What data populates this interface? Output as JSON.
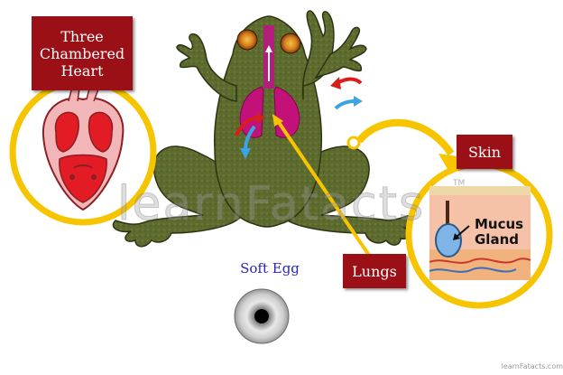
{
  "labels": {
    "heart_line1": "Three",
    "heart_line2": "Chambered",
    "heart_line3": "Heart",
    "skin": "Skin",
    "lungs": "Lungs",
    "mucus_line1": "Mucus",
    "mucus_line2": "Gland",
    "soft_egg": "Soft Egg"
  },
  "watermark": "learnFatacts",
  "trademark": "TM",
  "footer": "learnFatacts.com",
  "colors": {
    "label_bg": "#9b1016",
    "callout_ring": "#f7c400",
    "frog_body": "#5d6b2e",
    "egg_text": "#2a24c0"
  }
}
